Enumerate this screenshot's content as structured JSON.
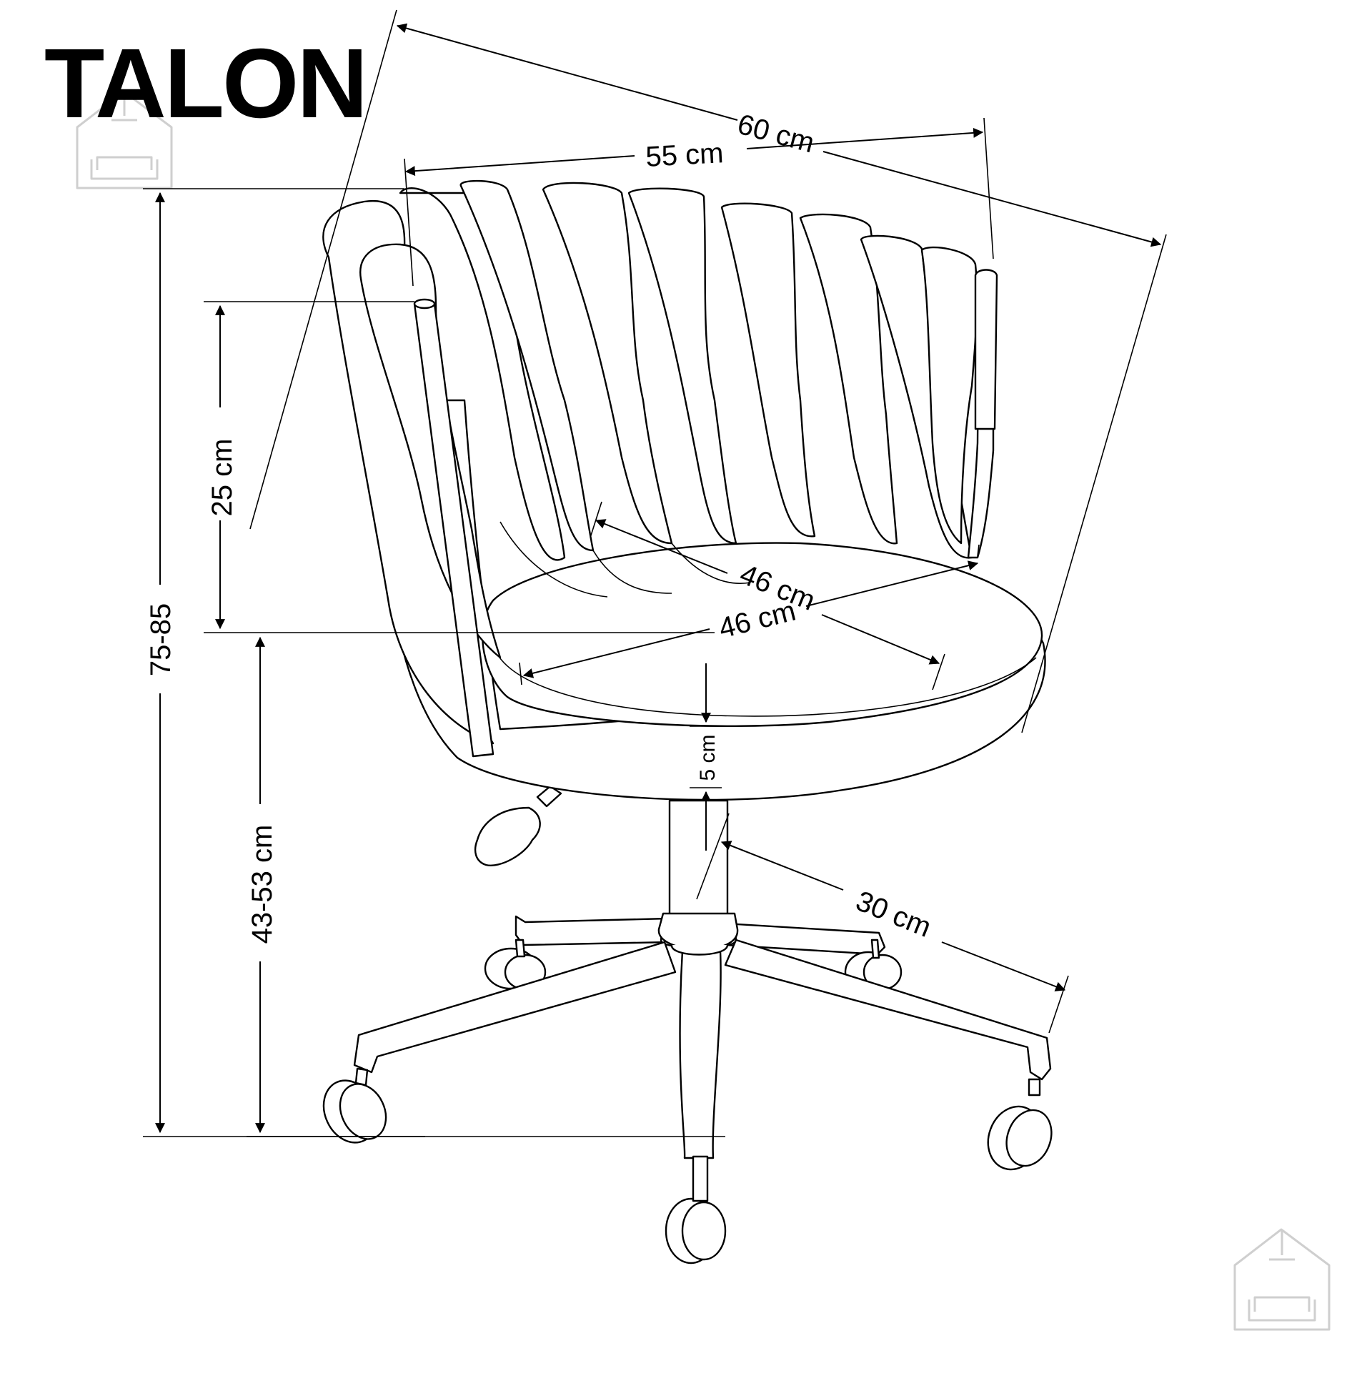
{
  "product": {
    "name": "TALON"
  },
  "dimensions": {
    "overall_depth": "60 cm",
    "overall_width": "55 cm",
    "backrest_height": "25 cm",
    "total_height": "75-85",
    "seat_height": "43-53 cm",
    "seat_depth": "46 cm",
    "seat_width": "46 cm",
    "seat_thickness": "5 cm",
    "base_radius": "30 cm"
  },
  "watermark": {
    "icon": "house-sofa-icon"
  }
}
